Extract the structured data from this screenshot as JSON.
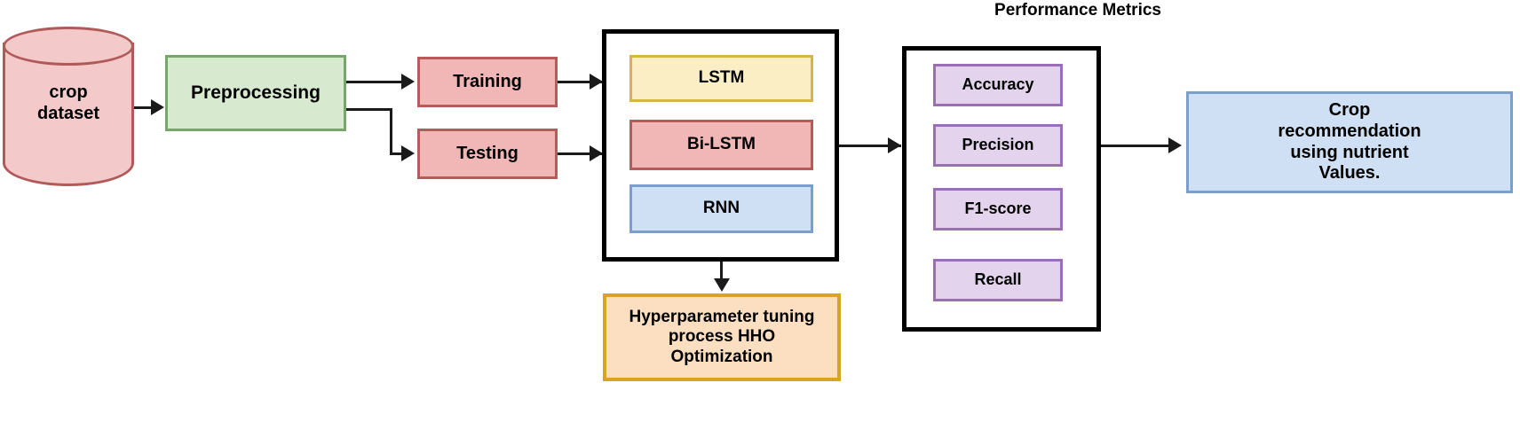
{
  "diagram": {
    "title_label": "Performance Metrics",
    "dataset": {
      "label": "crop\ndataset",
      "line1": "crop",
      "line2": "dataset",
      "shape": "cylinder",
      "fill": "#f4c9ca",
      "stroke": "#b05a5a"
    },
    "preprocessing": {
      "label": "Preprocessing",
      "fill": "#d7ead0",
      "stroke": "#76a76a"
    },
    "split": [
      {
        "label": "Training",
        "fill": "#f1b6b6",
        "stroke": "#b85a5a"
      },
      {
        "label": "Testing",
        "fill": "#f1b6b6",
        "stroke": "#b85a5a"
      }
    ],
    "models": [
      {
        "label": "LSTM",
        "fill": "#fbeec4",
        "stroke": "#d9b34a"
      },
      {
        "label": "Bi-LSTM",
        "fill": "#f1b6b6",
        "stroke": "#b85a5a"
      },
      {
        "label": "RNN",
        "fill": "#cfe0f4",
        "stroke": "#7a9fcb"
      }
    ],
    "tuning": {
      "line1": "Hyperparameter tuning",
      "line2": "process HHO",
      "line3": "Optimization",
      "fill": "#fbdfc0",
      "stroke": "#d8a423"
    },
    "metrics": [
      {
        "label": "Accuracy",
        "fill": "#e3d3ec",
        "stroke": "#9b6fb5"
      },
      {
        "label": "Precision",
        "fill": "#e3d3ec",
        "stroke": "#9b6fb5"
      },
      {
        "label": "F1-score",
        "fill": "#e3d3ec",
        "stroke": "#9b6fb5"
      },
      {
        "label": "Recall",
        "fill": "#e3d3ec",
        "stroke": "#9b6fb5"
      }
    ],
    "output": {
      "line1": "Crop",
      "line2": "recommendation",
      "line3": "using nutrient",
      "line4": "Values.",
      "fill": "#cfe0f4",
      "stroke": "#7a9fcb"
    }
  }
}
